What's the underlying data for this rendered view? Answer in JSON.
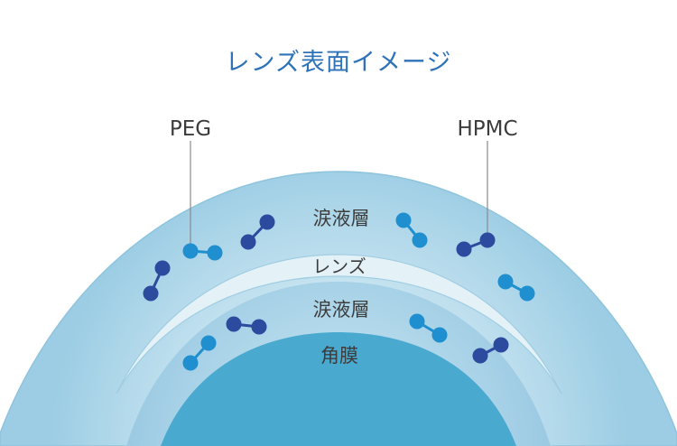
{
  "title": "レンズ表面イメージ",
  "labels": {
    "peg": "PEG",
    "hpmc": "HPMC",
    "tear_upper": "涙液層",
    "lens": "レンズ",
    "tear_lower": "涙液層",
    "cornea": "角膜"
  },
  "colors": {
    "title": "#2e73b8",
    "outer_tear": "#b9dced",
    "lens": "#e4f2f8",
    "inner_tear": "#a8d2e7",
    "cornea": "#4aa9cf",
    "molecule_light": "#1f8fd0",
    "molecule_dark": "#2c4a9e"
  }
}
